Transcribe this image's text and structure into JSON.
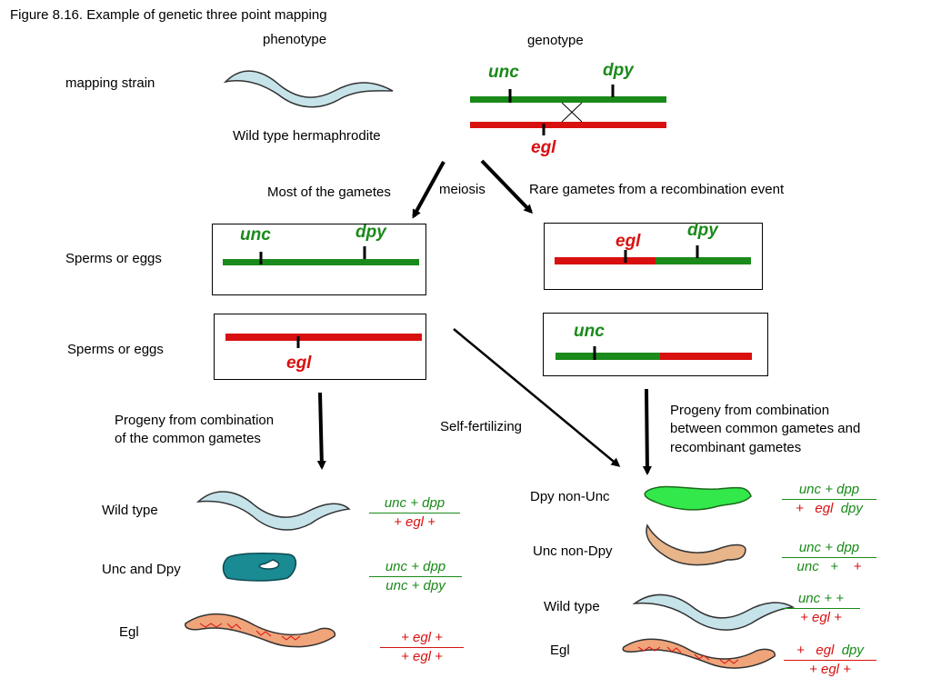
{
  "title": "Figure 8.16. Example of genetic three point mapping",
  "headers": {
    "phenotype": "phenotype",
    "genotype": "genotype"
  },
  "labels": {
    "mapping_strain": "mapping strain",
    "wild_type_hermaphrodite": "Wild type hermaphrodite",
    "most_gametes": "Most of the gametes",
    "meiosis": "meiosis",
    "rare_gametes": "Rare gametes from a recombination event",
    "sperms_eggs_1": "Sperms or eggs",
    "sperms_eggs_2": "Sperms or eggs",
    "progeny_common_1": "Progeny from combination",
    "progeny_common_2": "of the common gametes",
    "self_fertilizing": "Self-fertilizing",
    "progeny_recomb_1": "Progeny from combination",
    "progeny_recomb_2": "between common gametes and",
    "progeny_recomb_3": "recombinant gametes"
  },
  "genes": {
    "unc": "unc",
    "dpy": "dpy",
    "egl": "egl"
  },
  "left_progeny": [
    {
      "label": "Wild type",
      "top": "unc  +   dpp",
      "bottom": "+   egl  +",
      "top_color": "green",
      "bottom_color": "red"
    },
    {
      "label": "Unc and Dpy",
      "top": "unc   +   dpp",
      "bottom": "unc   +   dpy",
      "top_color": "green",
      "bottom_color": "green"
    },
    {
      "label": "Egl",
      "top": "+   egl  +",
      "bottom": "+   egl  +",
      "top_color": "red",
      "bottom_color": "red"
    }
  ],
  "right_progeny": [
    {
      "label": "Dpy non-Unc",
      "top": "unc   +   dpp",
      "bottom": "+   egl  dpy",
      "top_color": "green",
      "bottom_color": "mixed"
    },
    {
      "label": "Unc non-Dpy",
      "top": "unc   +   dpp",
      "bottom": "unc   +    +",
      "top_color": "green",
      "bottom_color": "mixed2"
    },
    {
      "label": "Wild type",
      "top": "unc   +    +",
      "bottom": "+   egl   +",
      "top_color": "green",
      "bottom_color": "red"
    },
    {
      "label": "Egl",
      "top": "+   egl  dpy",
      "bottom": "+   egl   +",
      "top_color": "mixed3",
      "bottom_color": "red"
    }
  ],
  "colors": {
    "green": "#1a8a1a",
    "red": "#d81010",
    "worm_blue": "#c6e3ea",
    "worm_teal": "#1a8a93",
    "worm_green": "#33e84a",
    "worm_tan": "#e8b48a",
    "worm_orange": "#f0a47a"
  }
}
